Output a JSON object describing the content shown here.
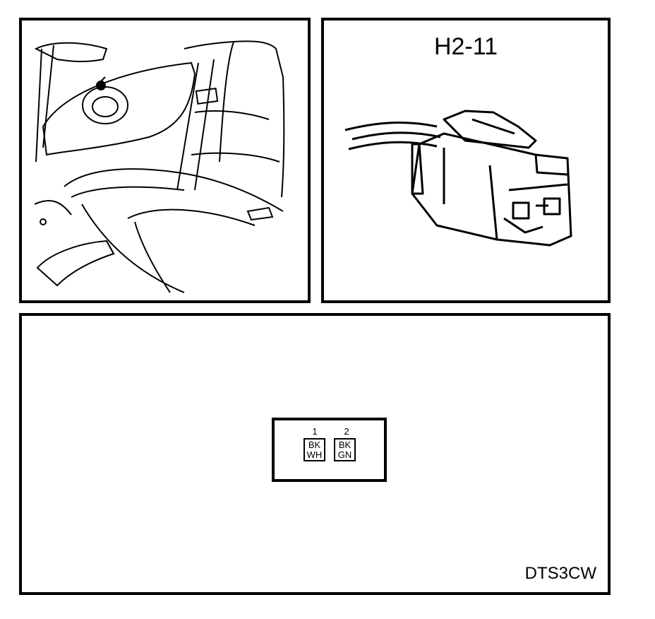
{
  "connector": {
    "id": "H2-11",
    "pins": [
      {
        "number": "1",
        "wire1": "BK",
        "wire2": "WH"
      },
      {
        "number": "2",
        "wire1": "BK",
        "wire2": "GN"
      }
    ]
  },
  "document_code": "DTS3CW"
}
